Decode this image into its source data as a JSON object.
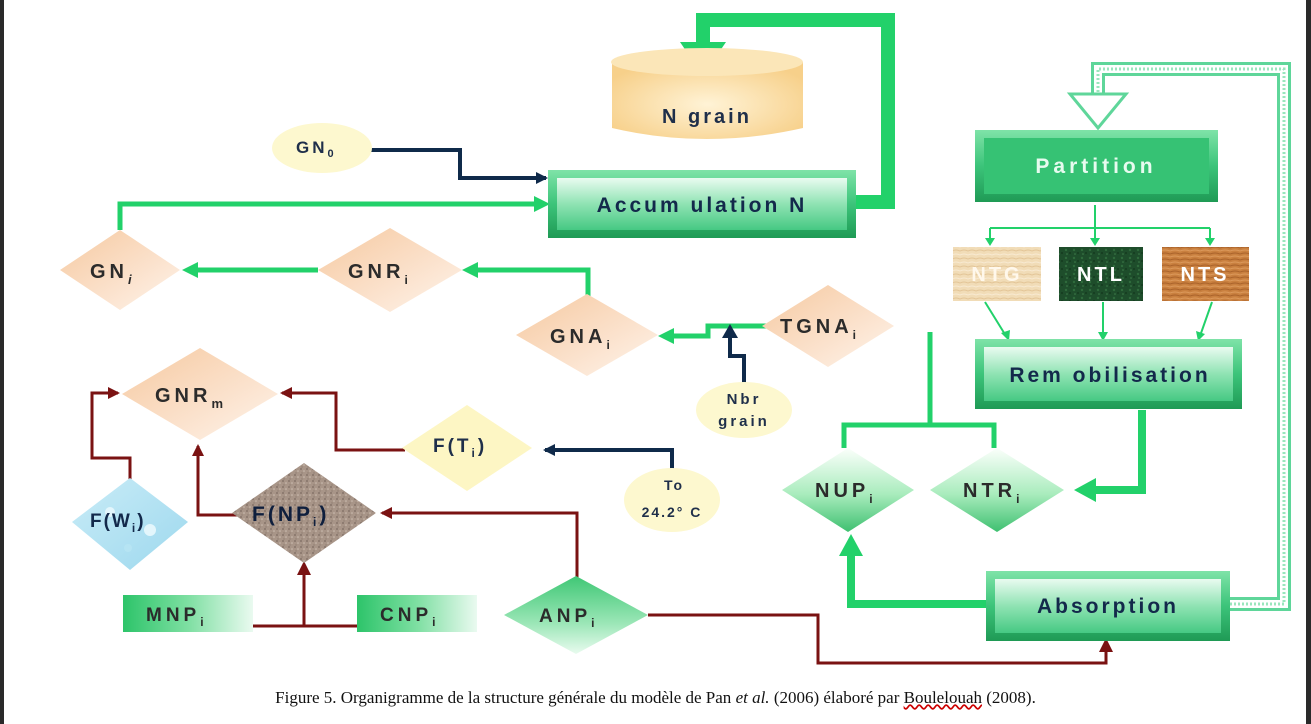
{
  "nodes": {
    "n_grain": "N grain",
    "gn0_main": "GN",
    "gn0_sub": "0",
    "accumulation": "Accum ulation N",
    "gni_main": "GN",
    "gni_sub": "i",
    "gnri_main": "GNR",
    "gnri_sub": "i",
    "gnai_main": "GNA",
    "gnai_sub": "i",
    "tgnai_main": "TGNA",
    "tgnai_sub": "i",
    "nbr_line1": "Nbr",
    "nbr_line2": "grain",
    "gnrm_main": "GNR",
    "gnrm_sub": "m",
    "fti_main": "F(T",
    "fti_sub": "i",
    "fti_end": ")",
    "to_line1": "To",
    "to_line2": "24.2° C",
    "fwi_main": "F(W",
    "fwi_sub": "i",
    "fwi_end": ")",
    "fnpi_main": "F(NP",
    "fnpi_sub": "i",
    "fnpi_end": ")",
    "mnpi_main": "MNP",
    "mnpi_sub": "i",
    "cnpi_main": "CNP",
    "cnpi_sub": "i",
    "anpi_main": "ANP",
    "anpi_sub": "i",
    "partition": "Partition",
    "ntg": "NTG",
    "ntl": "NTL",
    "nts": "NTS",
    "remobilisation": "Rem obilisation",
    "nupi_main": "NUP",
    "nupi_sub": "i",
    "ntri_main": "NTR",
    "ntri_sub": "i",
    "absorption": "Absorption"
  },
  "caption": {
    "prefix": "Figure 5. Organigramme de la structure générale du modèle de Pan ",
    "etal": "et al.",
    "middle": " (2006) élaboré par ",
    "author": "Boulelouah",
    "suffix": " (2008)."
  },
  "colors": {
    "green_arrow": "#22d16a",
    "navy_arrow": "#0f2a4a",
    "maroon_arrow": "#7a1212",
    "box_green": "#3cc47a",
    "diamond_peach": "#fbe0c8",
    "ellipse_yellow": "#fdf8cf"
  }
}
